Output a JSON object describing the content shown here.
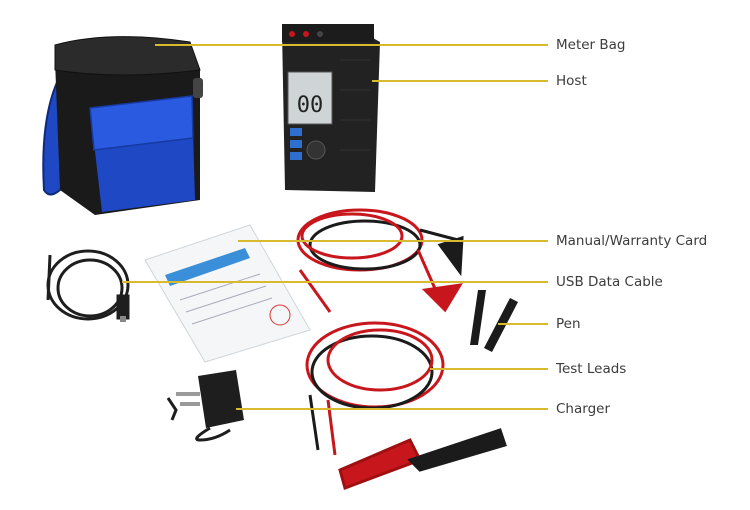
{
  "labels": {
    "meter_bag": "Meter Bag",
    "host": "Host",
    "manual": "Manual/Warranty Card",
    "usb": "USB Data Cable",
    "pen": "Pen",
    "test_leads": "Test Leads",
    "charger": "Charger"
  },
  "colors": {
    "leader_line": "#d9b92e",
    "bag_blue": "#1f48c4",
    "bag_black": "#1a1a1a",
    "lead_red": "#c8161d",
    "lead_black": "#1b1b1b"
  },
  "icons": [
    "meter-bag-icon",
    "tester-host-icon",
    "manual-icon",
    "usb-cable-icon",
    "test-pen-icon",
    "test-leads-icon",
    "charger-icon"
  ]
}
